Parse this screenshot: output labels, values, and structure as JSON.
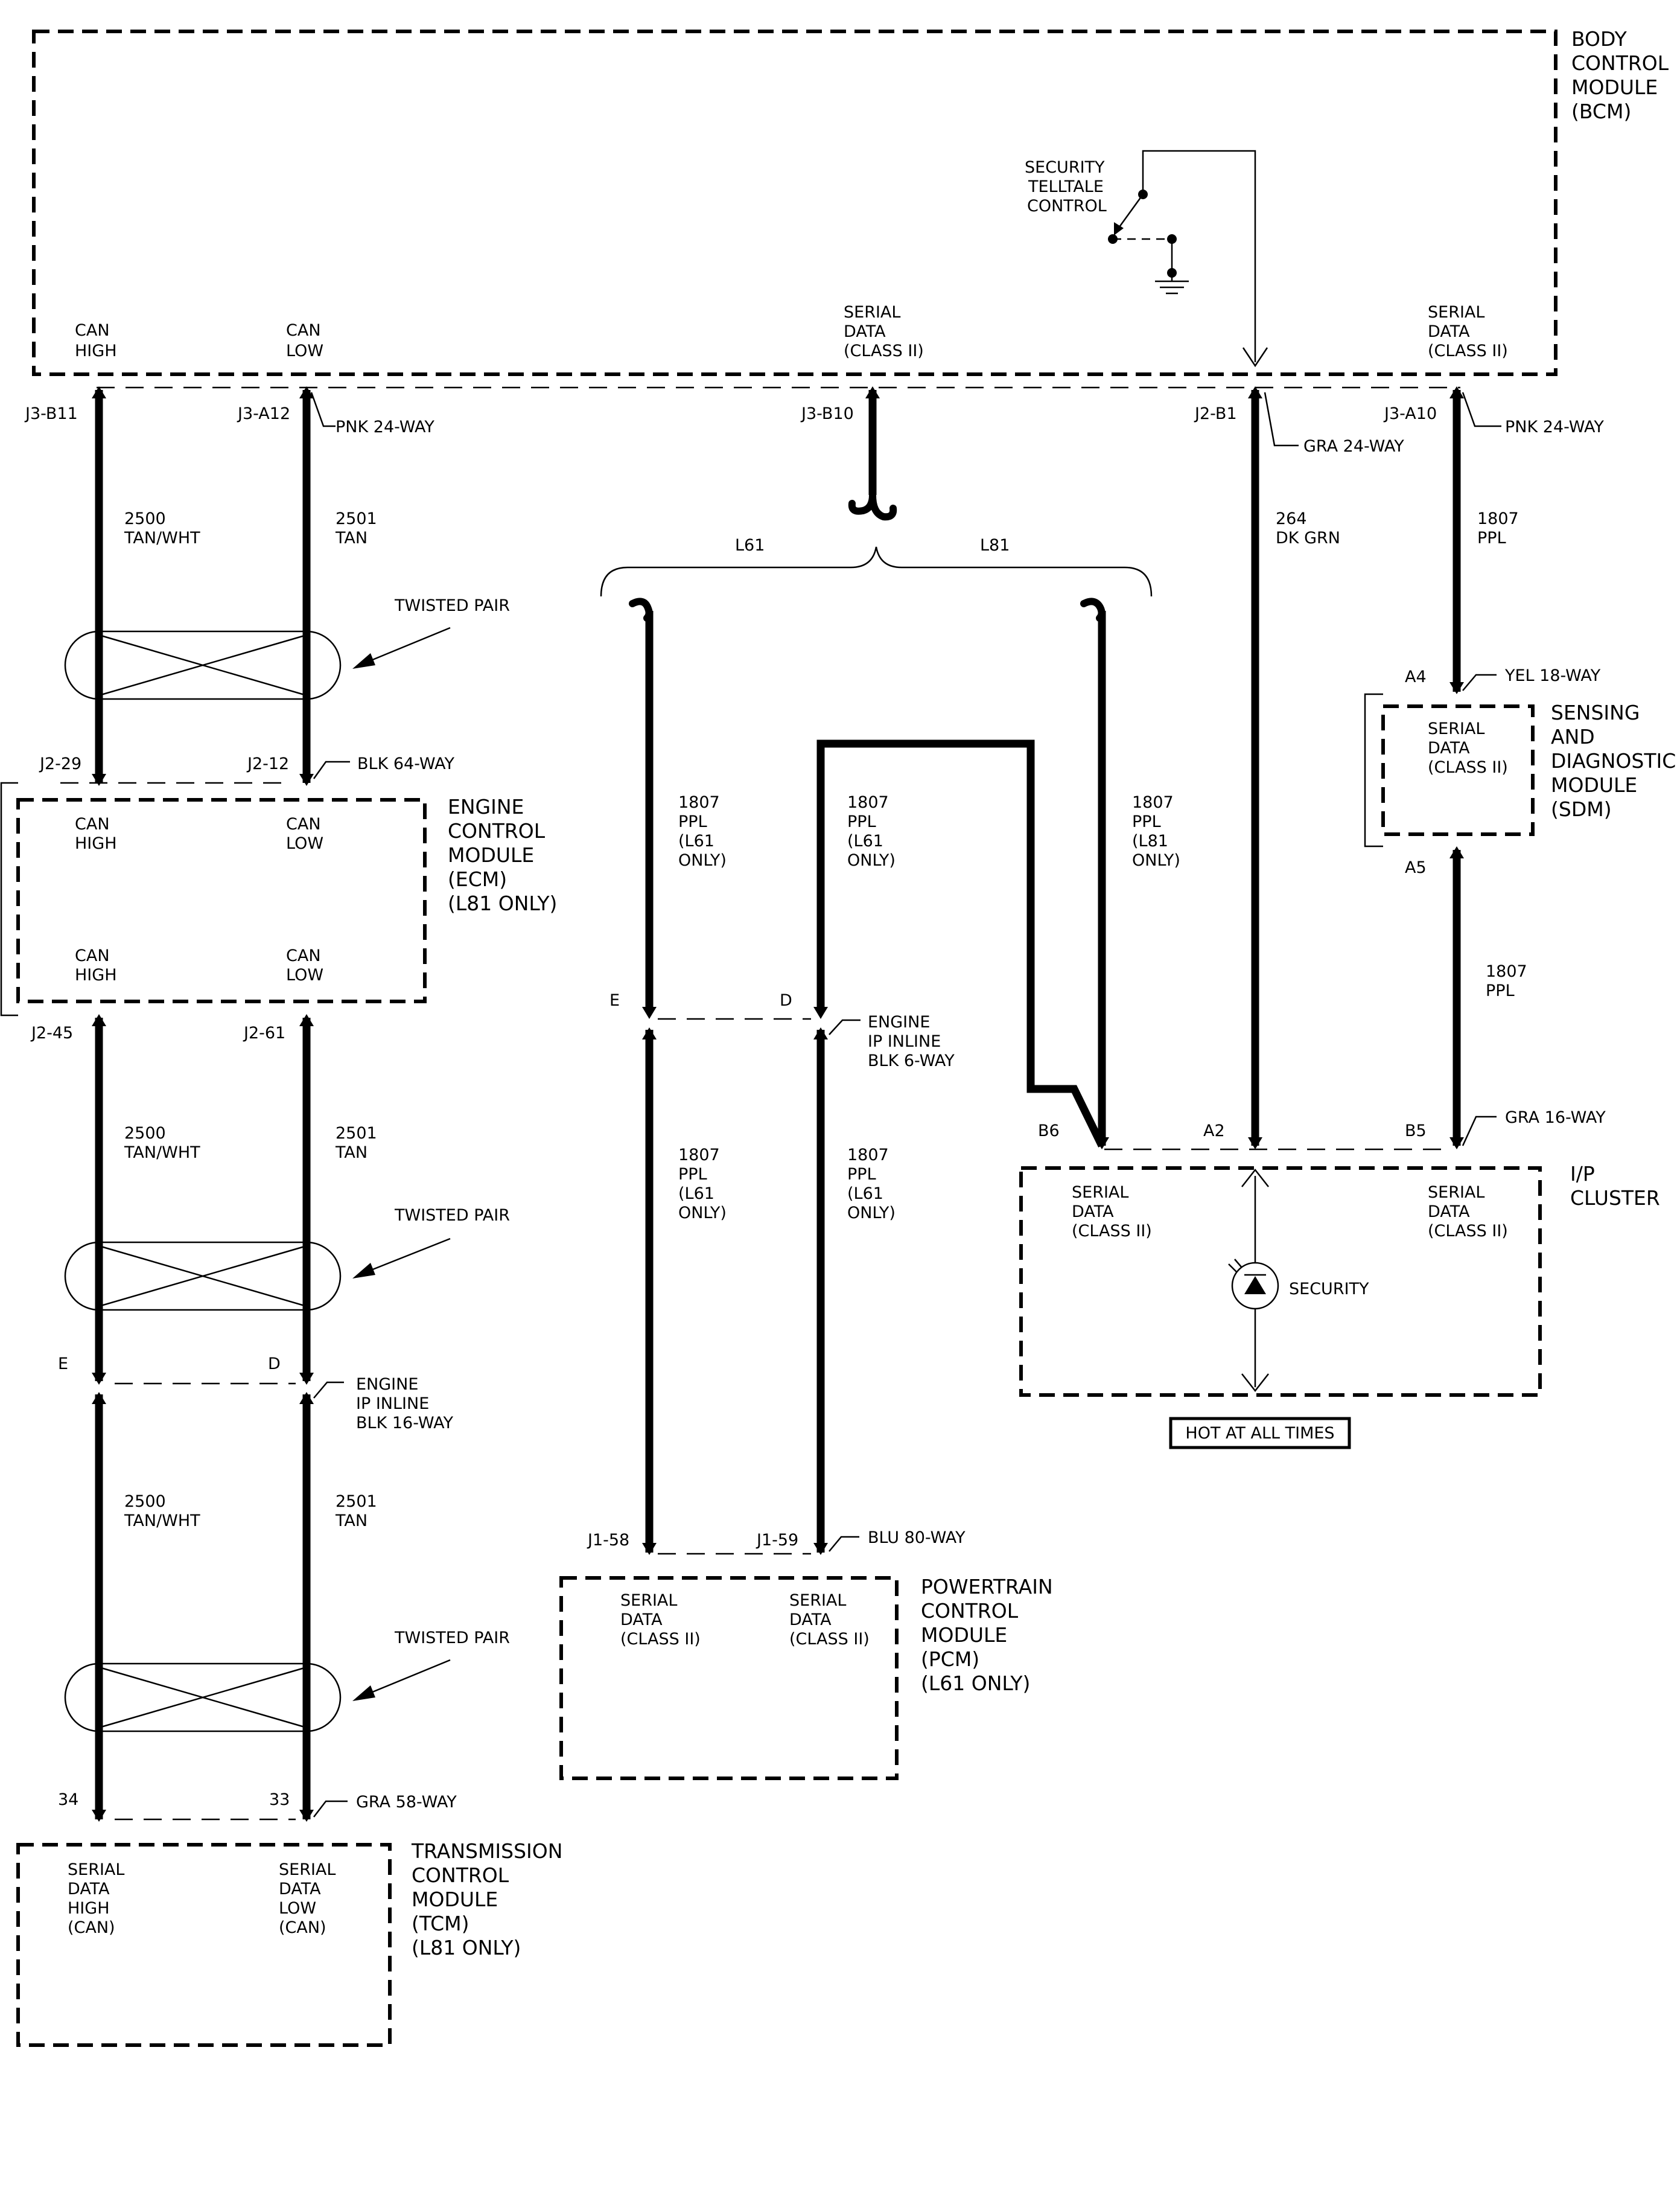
{
  "bcm": {
    "name": [
      "BODY",
      "CONTROL",
      "MODULE",
      "(BCM)"
    ],
    "can_high": [
      "CAN",
      "HIGH"
    ],
    "can_low": [
      "CAN",
      "LOW"
    ],
    "serial_mid": [
      "SERIAL",
      "DATA",
      "(CLASS II)"
    ],
    "serial_right": [
      "SERIAL",
      "DATA",
      "(CLASS II)"
    ],
    "security_telltale": [
      "SECURITY",
      "TELLTALE",
      "CONTROL"
    ]
  },
  "bcm_pins": {
    "j3_b11": "J3-B11",
    "j3_a12": "J3-A12",
    "j3_b10": "J3-B10",
    "j2_b1": "J2-B1",
    "j3_a10": "J3-A10",
    "conn_pnk_left": "PNK 24-WAY",
    "conn_gra": "GRA 24-WAY",
    "conn_pnk_right": "PNK 24-WAY"
  },
  "wires_top": {
    "w2500": [
      "2500",
      "TAN/WHT"
    ],
    "w2501": [
      "2501",
      "TAN"
    ],
    "w264": [
      "264",
      "DK GRN"
    ],
    "w1807_right": [
      "1807",
      "PPL"
    ]
  },
  "twisted_pair": "TWISTED PAIR",
  "branch": {
    "l61": "L61",
    "l81": "L81"
  },
  "ecm": {
    "name": [
      "ENGINE",
      "CONTROL",
      "MODULE",
      "(ECM)",
      "(L81 ONLY)"
    ],
    "can_high_top": [
      "CAN",
      "HIGH"
    ],
    "can_low_top": [
      "CAN",
      "LOW"
    ],
    "can_high_bottom": [
      "CAN",
      "HIGH"
    ],
    "can_low_bottom": [
      "CAN",
      "LOW"
    ],
    "pin_j2_29": "J2-29",
    "pin_j2_12": "J2-12",
    "conn_top": "BLK 64-WAY",
    "pin_j2_45": "J2-45",
    "pin_j2_61": "J2-61"
  },
  "wires_ecm_tcm": {
    "w2500_a": [
      "2500",
      "TAN/WHT"
    ],
    "w2501_a": [
      "2501",
      "TAN"
    ],
    "w2500_b": [
      "2500",
      "TAN/WHT"
    ],
    "w2501_b": [
      "2501",
      "TAN"
    ]
  },
  "inline16": {
    "pin_e": "E",
    "pin_d": "D",
    "label": [
      "ENGINE",
      "IP INLINE",
      "BLK 16-WAY"
    ]
  },
  "tcm": {
    "name": [
      "TRANSMISSION",
      "CONTROL",
      "MODULE",
      "(TCM)",
      "(L81 ONLY)"
    ],
    "high": [
      "SERIAL",
      "DATA",
      "HIGH",
      "(CAN)"
    ],
    "low": [
      "SERIAL",
      "DATA",
      "LOW",
      "(CAN)"
    ],
    "pin_34": "34",
    "pin_33": "33",
    "conn": "GRA 58-WAY"
  },
  "mid_wires": {
    "w_l61_a": [
      "1807",
      "PPL",
      "(L61",
      "ONLY)"
    ],
    "w_l61_b": [
      "1807",
      "PPL",
      "(L61",
      "ONLY)"
    ],
    "w_l81": [
      "1807",
      "PPL",
      "(L81",
      "ONLY)"
    ],
    "w_l61_c": [
      "1807",
      "PPL",
      "(L61",
      "ONLY)"
    ],
    "w_l61_d": [
      "1807",
      "PPL",
      "(L61",
      "ONLY)"
    ]
  },
  "inline6": {
    "pin_e": "E",
    "pin_d": "D",
    "label": [
      "ENGINE",
      "IP INLINE",
      "BLK 6-WAY"
    ]
  },
  "pcm": {
    "name": [
      "POWERTRAIN",
      "CONTROL",
      "MODULE",
      "(PCM)",
      "(L61 ONLY)"
    ],
    "left": [
      "SERIAL",
      "DATA",
      "(CLASS II)"
    ],
    "right": [
      "SERIAL",
      "DATA",
      "(CLASS II)"
    ],
    "pin_j1_58": "J1-58",
    "pin_j1_59": "J1-59",
    "conn": "BLU 80-WAY"
  },
  "sdm": {
    "name": [
      "SENSING",
      "AND",
      "DIAGNOSTIC",
      "MODULE",
      "(SDM)"
    ],
    "serial": [
      "SERIAL",
      "DATA",
      "(CLASS II)"
    ],
    "pin_a4": "A4",
    "pin_a5": "A5",
    "conn": "YEL 18-WAY",
    "wire_lower": [
      "1807",
      "PPL"
    ]
  },
  "cluster": {
    "name": [
      "I/P",
      "CLUSTER"
    ],
    "serial_left": [
      "SERIAL",
      "DATA",
      "(CLASS II)"
    ],
    "serial_right": [
      "SERIAL",
      "DATA",
      "(CLASS II)"
    ],
    "security": "SECURITY",
    "pin_b6": "B6",
    "pin_a2": "A2",
    "pin_b5": "B5",
    "conn": "GRA 16-WAY",
    "hot": "HOT AT ALL TIMES"
  }
}
